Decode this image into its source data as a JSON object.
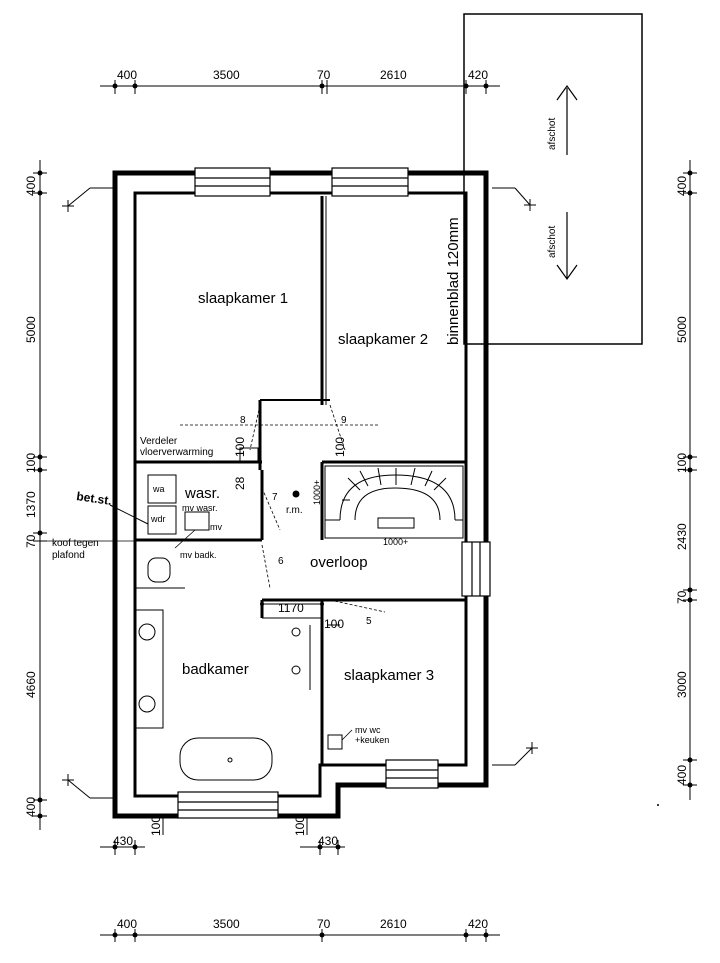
{
  "dimensions": {
    "top": [
      "400",
      "3500",
      "70",
      "2610",
      "420"
    ],
    "bottom": [
      "400",
      "3500",
      "70",
      "2610",
      "420"
    ],
    "left": [
      "400",
      "5000",
      "100",
      "1370",
      "70",
      "4660",
      "400"
    ],
    "right": [
      "400",
      "5000",
      "100",
      "2430",
      "70",
      "3000",
      "400"
    ],
    "lower": [
      "430",
      "100",
      "100",
      "430"
    ],
    "inner": [
      "1170",
      "100",
      "100",
      "100",
      "28"
    ]
  },
  "rooms": {
    "bedroom1": "slaapkamer 1",
    "bedroom2": "slaapkamer 2",
    "bedroom3": "slaapkamer 3",
    "landing": "overloop",
    "bathroom": "badkamer",
    "laundry": "wasr."
  },
  "labels": {
    "inner_wall": "binnenblad 120mm",
    "partition_top": "afschot",
    "partition_bottom": "afschot",
    "distributor_1": "Verdeler",
    "distributor_2": "vloerverwarming",
    "bet": "bet.st.",
    "koof_1": "koof tegen",
    "koof_2": "plafond",
    "wa": "wa",
    "wdr": "wdr",
    "mv_wasr": "mv wasr.",
    "mv": "mv",
    "mv_badk": "mv badk.",
    "rm": "r.m.",
    "mv_wc_1": "mv wc",
    "mv_wc_2": "+keuken",
    "stair_1000_a": "1000+",
    "stair_1000_b": "1000+",
    "door_8": "8",
    "door_9": "9",
    "door_7": "7",
    "door_6": "6",
    "door_5": "5"
  }
}
